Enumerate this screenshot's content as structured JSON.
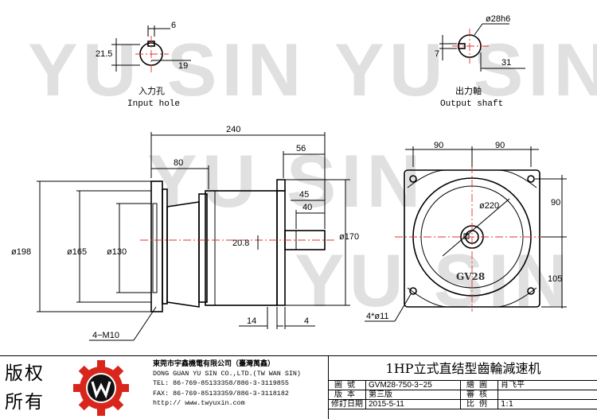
{
  "watermark": "YU SIN",
  "input_hole": {
    "caption_zh": "入力孔",
    "caption_en": "Input hole",
    "dims": [
      "6",
      "21.5",
      "19"
    ]
  },
  "output_shaft": {
    "caption_zh": "出力軸",
    "caption_en": "Output shaft",
    "dims": [
      "ø28h6",
      "7",
      "31"
    ]
  },
  "side_view": {
    "dims": [
      "240",
      "80",
      "56",
      "45",
      "40",
      "20.8",
      "ø170",
      "ø198",
      "ø165",
      "ø130",
      "14",
      "4"
    ],
    "callout": "4−M10"
  },
  "front_view": {
    "dims": [
      "90",
      "90",
      "90",
      "105",
      "ø220"
    ],
    "callout": "4*ø11",
    "nameplate": "GV28"
  },
  "title_block": {
    "rights": "版权所有",
    "company_zh": "東莞市宇鑫機電有限公司（臺灣萬鑫）",
    "company_en": "DONG GUAN YU SIN CO.,LTD.(TW WAN SIN)",
    "tel": "TEL: 86-769-85133358/886-3-3119855",
    "fax": "FAX: 86-769-85133359/886-3-3118182",
    "web": "http:// www.twyuxin.com",
    "product_name": "1HP立式直结型齒輪減速机",
    "rows": [
      {
        "k1": "圖號",
        "v1": "GVM28-750-3~25",
        "k2": "繪圖",
        "v2": "肖飞平"
      },
      {
        "k1": "版本",
        "v1": "第三版",
        "k2": "審核",
        "v2": ""
      },
      {
        "k1": "修訂日期",
        "v1": "2015-5-11",
        "k2": "比例",
        "v2": "1:1"
      }
    ]
  },
  "colors": {
    "centerline": "#e03030",
    "logo_red": "#d9261c",
    "logo_black": "#111111"
  }
}
